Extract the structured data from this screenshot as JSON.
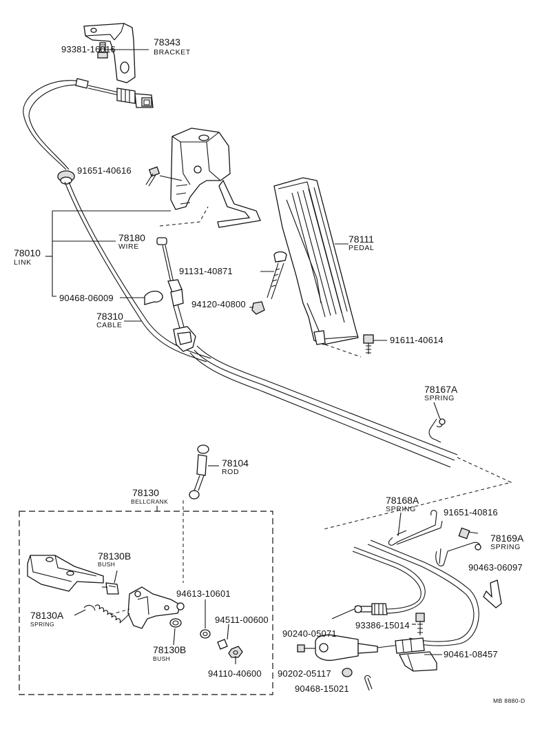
{
  "parts": {
    "bracket": {
      "number": "78343",
      "name": "BRACKET"
    },
    "bracket_bolt": {
      "number": "93381-16016"
    },
    "bolt_40616": {
      "number": "91651-40616"
    },
    "link": {
      "number": "78010",
      "name": "LINK"
    },
    "wire": {
      "number": "78180",
      "name": "WIRE"
    },
    "clip_06009": {
      "number": "90468-06009"
    },
    "cable": {
      "number": "78310",
      "name": "CABLE"
    },
    "pedal": {
      "number": "78111",
      "name": "PEDAL"
    },
    "bolt_40871": {
      "number": "91131-40871"
    },
    "nut_40800": {
      "number": "94120-40800"
    },
    "bolt_40614": {
      "number": "91611-40614"
    },
    "spring_78167a": {
      "number": "78167A",
      "name": "SPRING"
    },
    "rod": {
      "number": "78104",
      "name": "ROD"
    },
    "bellcrank": {
      "number": "78130",
      "name": "BELLCRANK"
    },
    "bush_top": {
      "number": "78130B",
      "name": "BUSH"
    },
    "spring_78130a": {
      "number": "78130A",
      "name": "SPRING"
    },
    "bush_bottom": {
      "number": "78130B",
      "name": "BUSH"
    },
    "washer_10601": {
      "number": "94613-10601"
    },
    "washer_00600": {
      "number": "94511-00600"
    },
    "nut_40600": {
      "number": "94110-40600"
    },
    "spring_78168a": {
      "number": "78168A",
      "name": "SPRING"
    },
    "bolt_40816": {
      "number": "91651-40816"
    },
    "spring_78169a": {
      "number": "78169A",
      "name": "SPRING"
    },
    "clip_06097": {
      "number": "90463-06097"
    },
    "bolt_15014": {
      "number": "93386-15014"
    },
    "pin_05071": {
      "number": "90240-05071"
    },
    "clip_08457": {
      "number": "90461-08457"
    },
    "washer_05117": {
      "number": "90202-05117"
    },
    "clip_15021": {
      "number": "90468-15021"
    }
  },
  "diagram_code": "MB 8880-D"
}
